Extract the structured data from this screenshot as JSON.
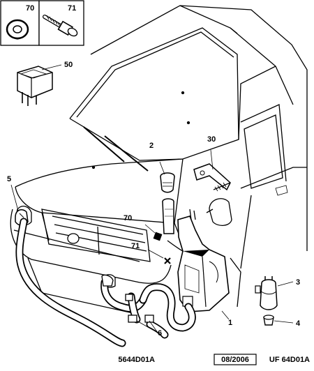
{
  "callouts": {
    "c70_top": "70",
    "c71_top": "71",
    "c50": "50",
    "c2": "2",
    "c30": "30",
    "c5": "5",
    "c70_mid": "70",
    "c71_mid": "71",
    "c3": "3",
    "c4": "4",
    "c1": "1",
    "c6": "6"
  },
  "footer": {
    "left": "5644D01A",
    "middle": "08/2006",
    "right": "UF 64D01A"
  }
}
